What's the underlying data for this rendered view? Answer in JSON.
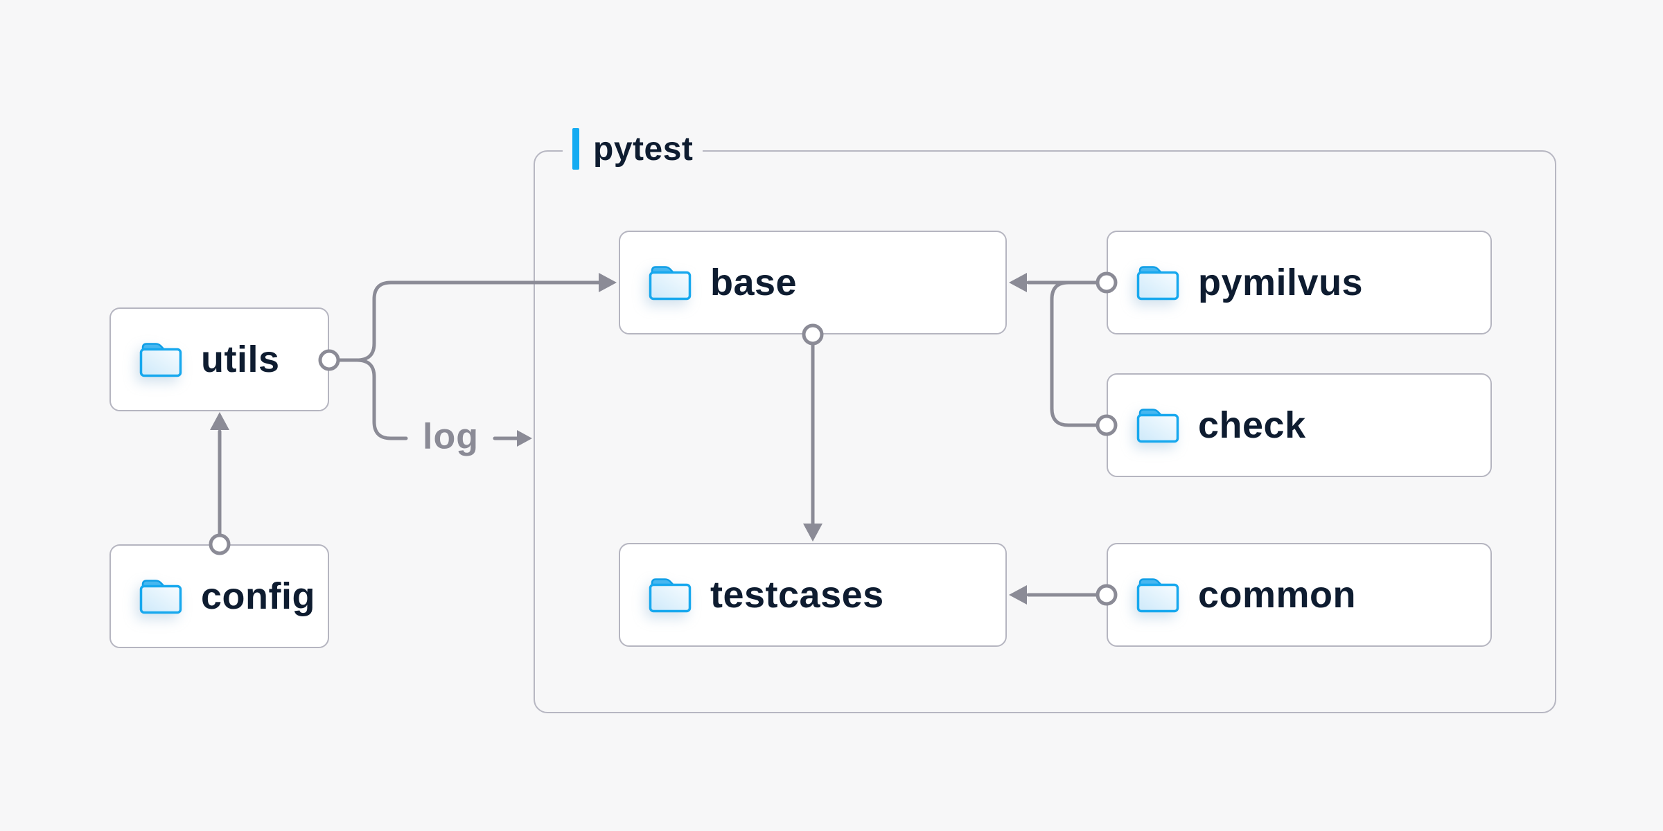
{
  "group": {
    "label": "pytest"
  },
  "nodes": {
    "utils": {
      "label": "utils"
    },
    "config": {
      "label": "config"
    },
    "base": {
      "label": "base"
    },
    "pymilvus": {
      "label": "pymilvus"
    },
    "check": {
      "label": "check"
    },
    "testcases": {
      "label": "testcases"
    },
    "common": {
      "label": "common"
    }
  },
  "edge_labels": {
    "log": "log"
  },
  "edges": [
    {
      "from": "config",
      "to": "utils"
    },
    {
      "from": "utils",
      "to": "base"
    },
    {
      "from": "utils",
      "to": "pytest-group",
      "label": "log"
    },
    {
      "from": "base",
      "to": "testcases"
    },
    {
      "from": "pymilvus",
      "to": "base"
    },
    {
      "from": "check",
      "to": "base"
    },
    {
      "from": "common",
      "to": "testcases"
    }
  ],
  "icons": {
    "node_icon": "folder-icon"
  },
  "colors": {
    "background": "#f7f7f8",
    "node_fill": "#ffffff",
    "node_border": "#b5b5c0",
    "group_border": "#b7b7c2",
    "connector_gray": "#8b8b96",
    "label_navy": "#0e1c30",
    "edge_label_gray": "#8b8b96",
    "accent_blue": "#14abf2",
    "folder_stroke_blue": "#17a8ee",
    "folder_tab_blue": "#47b7f0"
  }
}
